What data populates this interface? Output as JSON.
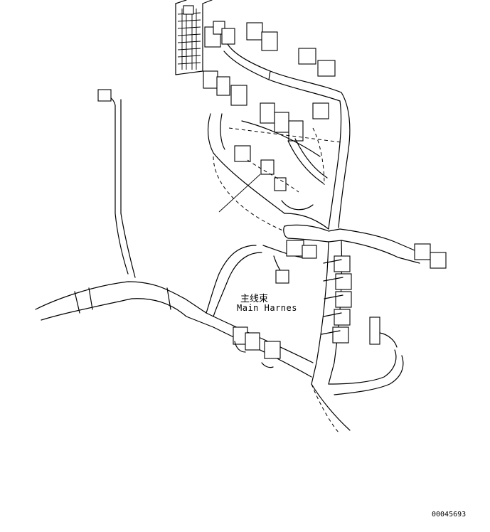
{
  "labels": {
    "chinese": "主线束",
    "english": "Main Harnes"
  },
  "drawing_number": "00045693"
}
